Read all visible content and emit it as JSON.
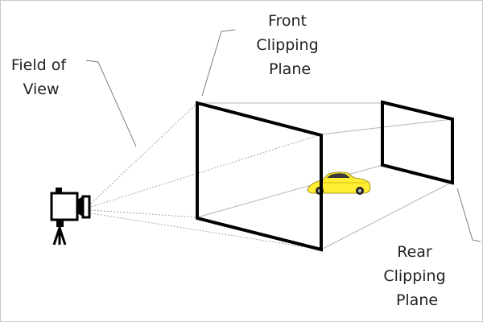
{
  "labels": {
    "front": [
      "Front",
      "Clipping",
      "Plane"
    ],
    "fov": [
      "Field of",
      "View"
    ],
    "rear": [
      "Rear",
      "Clipping",
      "Plane"
    ]
  },
  "colors": {
    "plane_stroke": "#000000",
    "guide_line": "#a6a6a6",
    "callout_line": "#7f7f7f",
    "car_body": "#ffee33",
    "car_outline": "#8a7a00",
    "text": "#222222"
  },
  "icons": {
    "camera": "camera-on-tripod-icon",
    "car": "car-icon"
  }
}
